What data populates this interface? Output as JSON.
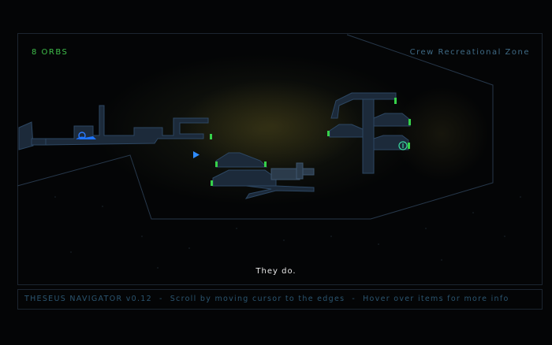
{
  "hud": {
    "orbs": "8 ORBS",
    "zone": "Crew Recreational Zone"
  },
  "dialog": {
    "line": "They do."
  },
  "statusbar": {
    "app": "THESEUS NAVIGATOR v0.12",
    "separator": "-",
    "hint1": "Scroll by moving cursor to the edges",
    "hint2": "Hover over items for more info"
  },
  "colors": {
    "room_fill": "#1c2a3a",
    "room_edge": "#2d4763",
    "door": "#36d14a",
    "player": "#1e74ff",
    "hull": "#27384b"
  },
  "icons": {
    "player": "player-ship-icon",
    "direction": "arrow-right-icon",
    "objective": "terminal-icon"
  }
}
